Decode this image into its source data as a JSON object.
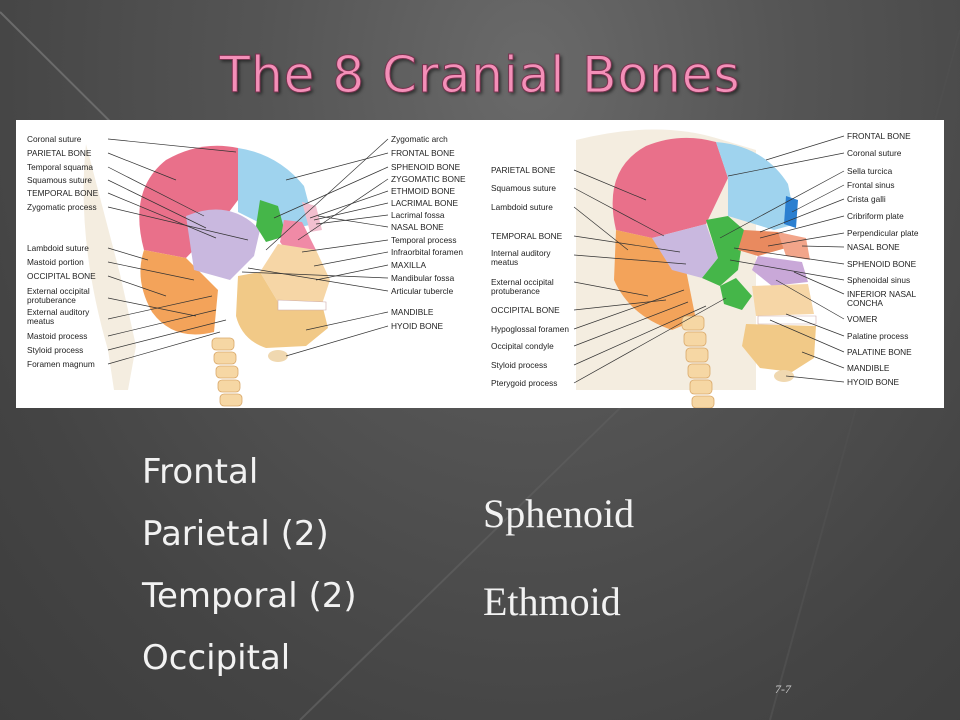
{
  "slide": {
    "title": "The 8 Cranial Bones",
    "page_number": "7-7"
  },
  "bones_list": [
    "Frontal",
    "Parietal (2)",
    "Temporal (2)",
    "Occipital"
  ],
  "bones_right": [
    "Sphenoid",
    "Ethmoid"
  ],
  "figure_lateral": {
    "left_labels": [
      "Coronal suture",
      "PARIETAL BONE",
      "Temporal squama",
      "Squamous suture",
      "TEMPORAL BONE",
      "Zygomatic process",
      "Lambdoid suture",
      "Mastoid portion",
      "OCCIPITAL BONE",
      "External occipital",
      "protuberance",
      "External auditory",
      "meatus",
      "Mastoid process",
      "Styloid process",
      "Foramen magnum"
    ],
    "right_labels": [
      "Zygomatic arch",
      "FRONTAL BONE",
      "SPHENOID BONE",
      "ZYGOMATIC BONE",
      "ETHMOID BONE",
      "LACRIMAL BONE",
      "Lacrimal fossa",
      "NASAL BONE",
      "Temporal process",
      "Infraorbital foramen",
      "MAXILLA",
      "Mandibular fossa",
      "Articular tubercle",
      "MANDIBLE",
      "HYOID BONE"
    ]
  },
  "figure_sagittal": {
    "left_labels": [
      "PARIETAL BONE",
      "Squamous suture",
      "Lambdoid suture",
      "TEMPORAL BONE",
      "Internal auditory",
      "meatus",
      "External occipital",
      "protuberance",
      "OCCIPITAL BONE",
      "Hypoglossal foramen",
      "Occipital condyle",
      "Styloid process",
      "Pterygoid process"
    ],
    "right_labels": [
      "FRONTAL BONE",
      "Coronal suture",
      "Sella turcica",
      "Frontal sinus",
      "Crista galli",
      "Cribriform plate",
      "Perpendicular plate",
      "NASAL BONE",
      "SPHENOID BONE",
      "Sphenoidal sinus",
      "INFERIOR NASAL",
      "CONCHA",
      "VOMER",
      "Palatine process",
      "PALATINE BONE",
      "MANDIBLE",
      "HYOID BONE"
    ]
  },
  "colors": {
    "title": "#f48fb8",
    "frontal": "#9fd3ee",
    "parietal": "#e9708a",
    "temporal": "#c9b8df",
    "occipital": "#f3a35a",
    "sphenoid": "#45b649",
    "maxilla": "#f6d6a6",
    "zygomatic": "#f08aa6"
  }
}
